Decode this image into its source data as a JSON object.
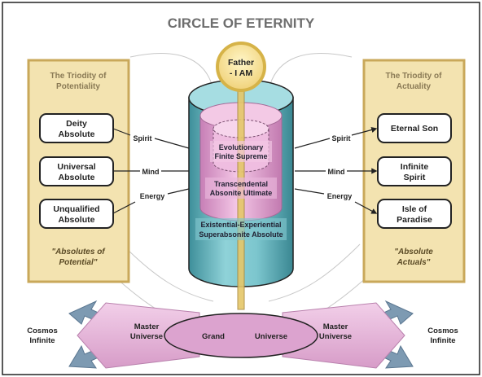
{
  "title": "CIRCLE OF ETERNITY",
  "father": {
    "line1": "Father",
    "line2": "- I AM"
  },
  "left_panel": {
    "title_line1": "The Triodity of",
    "title_line2": "Potentiality",
    "boxes": [
      {
        "line1": "Deity",
        "line2": "Absolute"
      },
      {
        "line1": "Universal",
        "line2": "Absolute"
      },
      {
        "line1": "Unqualified",
        "line2": "Absolute"
      }
    ],
    "caption_line1": "\"Absolutes of",
    "caption_line2": "Potential\""
  },
  "right_panel": {
    "title_line1": "The Triodity of",
    "title_line2": "Actuality",
    "boxes": [
      {
        "line1": "Eternal Son",
        "line2": ""
      },
      {
        "line1": "Infinite",
        "line2": "Spirit"
      },
      {
        "line1": "Isle of",
        "line2": "Paradise"
      }
    ],
    "caption_line1": "\"Absolute",
    "caption_line2": "Actuals\""
  },
  "links": {
    "spirit": "Spirit",
    "mind": "Mind",
    "energy": "Energy"
  },
  "cylinder": {
    "inner_line1": "Evolutionary",
    "inner_line2": "Finite Supreme",
    "middle_line1": "Transcendental",
    "middle_line2": "Absonite Ultimate",
    "outer_line1": "Existential-Experiential",
    "outer_line2": "Superabsonite Absolute"
  },
  "bottom": {
    "cosmos_left_line1": "Cosmos",
    "cosmos_left_line2": "Infinite",
    "master_left_line1": "Master",
    "master_left_line2": "Universe",
    "grand": "Grand",
    "universe": "Universe",
    "master_right_line1": "Master",
    "master_right_line2": "Universe",
    "cosmos_right_line1": "Cosmos",
    "cosmos_right_line2": "Infinite"
  },
  "colors": {
    "panel_fill": "#f3e3b0",
    "panel_border": "#c9a85a",
    "cylinder_teal": "#5fb4be",
    "inner_pink": "#e8a8d2",
    "band_pink": "#e6b4da",
    "arrow_teal": "#6f8fa8"
  }
}
